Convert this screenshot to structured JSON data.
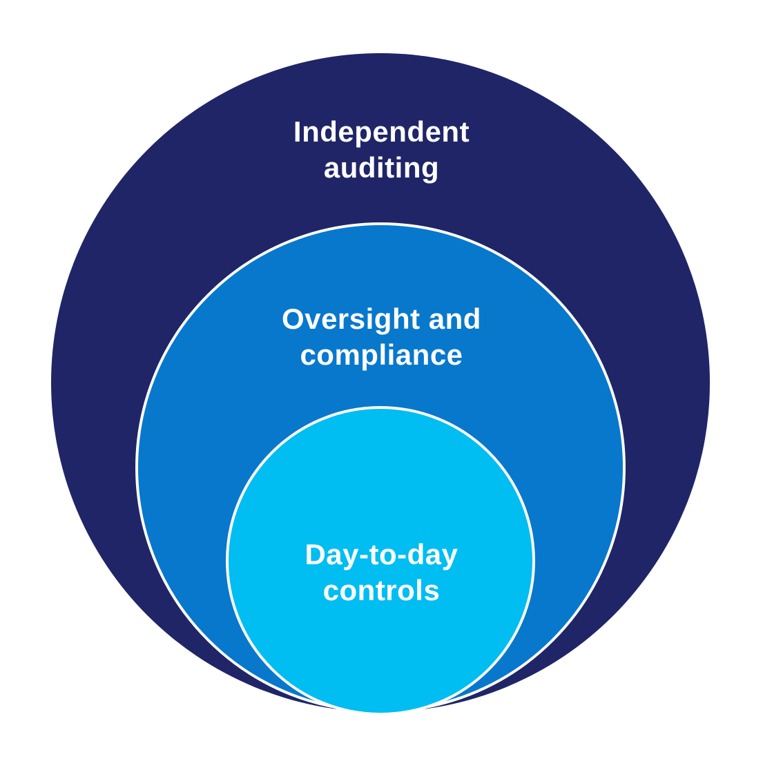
{
  "diagram": {
    "type": "nested-circles",
    "background_color": "#FFFFFF",
    "stroke_color": "#FFFFFF",
    "text_color": "#FFFFFF",
    "layers": [
      {
        "label": "Independent auditing",
        "label_line1": "Independent",
        "label_line2": "auditing",
        "color": "#1F2567"
      },
      {
        "label": "Oversight and compliance",
        "label_line1": "Oversight and",
        "label_line2": "compliance",
        "color": "#0878CC"
      },
      {
        "label": "Day-to-day controls",
        "label_line1": "Day-to-day",
        "label_line2": "controls",
        "color": "#00BDF2"
      }
    ]
  }
}
